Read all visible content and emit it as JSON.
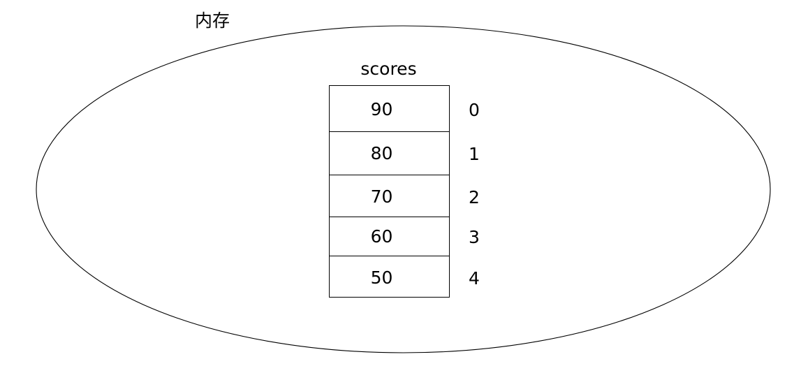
{
  "diagram": {
    "background_color": "#ffffff",
    "stroke_color": "#000000",
    "text_color": "#000000",
    "memory_region_label": "内存",
    "array": {
      "name": "scores",
      "cells": [
        {
          "value": "90",
          "index": "0"
        },
        {
          "value": "80",
          "index": "1"
        },
        {
          "value": "70",
          "index": "2"
        },
        {
          "value": "60",
          "index": "3"
        },
        {
          "value": "50",
          "index": "4"
        }
      ]
    }
  }
}
